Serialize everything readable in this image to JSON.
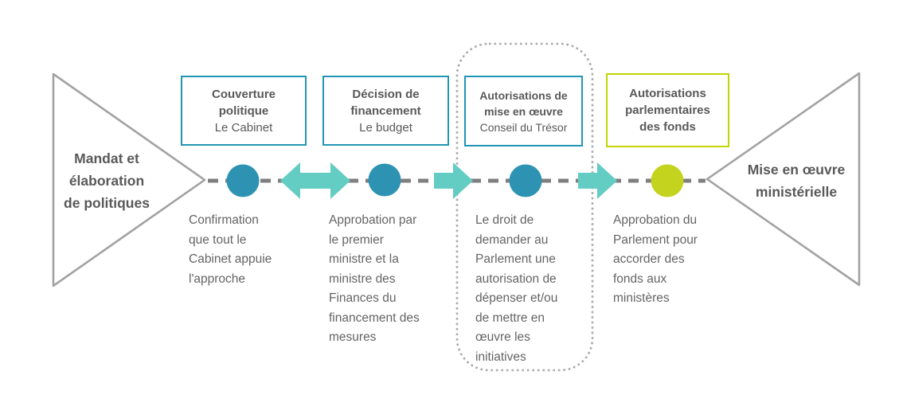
{
  "colors": {
    "teal": "#2E93B2",
    "teal_border": "#2196B4",
    "arrow_teal": "#63CCC3",
    "lime": "#C4D31D",
    "lime_border": "#C2D500",
    "line_gray": "#7F7F7F",
    "dotted_gray": "#A9A9A9",
    "triangle_gray": "#A2A2A2",
    "heading_text": "#595959",
    "body_text": "#646464"
  },
  "left_funnel": {
    "label": "Mandat et\nélaboration\nde politiques"
  },
  "right_funnel": {
    "label": "Mise en œuvre\nministérielle"
  },
  "stages": [
    {
      "title": "Couverture\npolitique",
      "subtitle": "Le Cabinet",
      "description": "Confirmation\nque tout le\nCabinet appuie\nl'approche"
    },
    {
      "title": "Décision de\nfinancement",
      "subtitle": "Le budget",
      "description": "Approbation par\nle premier\nministre et la\nministre des\nFinances du\nfinancement des\nmesures"
    },
    {
      "title": "Autorisations de\nmise en œuvre",
      "subtitle": "Conseil du Trésor",
      "description": "Le droit de\ndemander au\nParlement une\nautorisation de\ndépenser et/ou\nde mettre en\nœuvre les\ninitiatives"
    },
    {
      "title": "Autorisations\nparlementaires\ndes fonds",
      "subtitle": "",
      "description": "Approbation du\nParlement pour\naccorder des\nfonds aux\nministères"
    }
  ]
}
